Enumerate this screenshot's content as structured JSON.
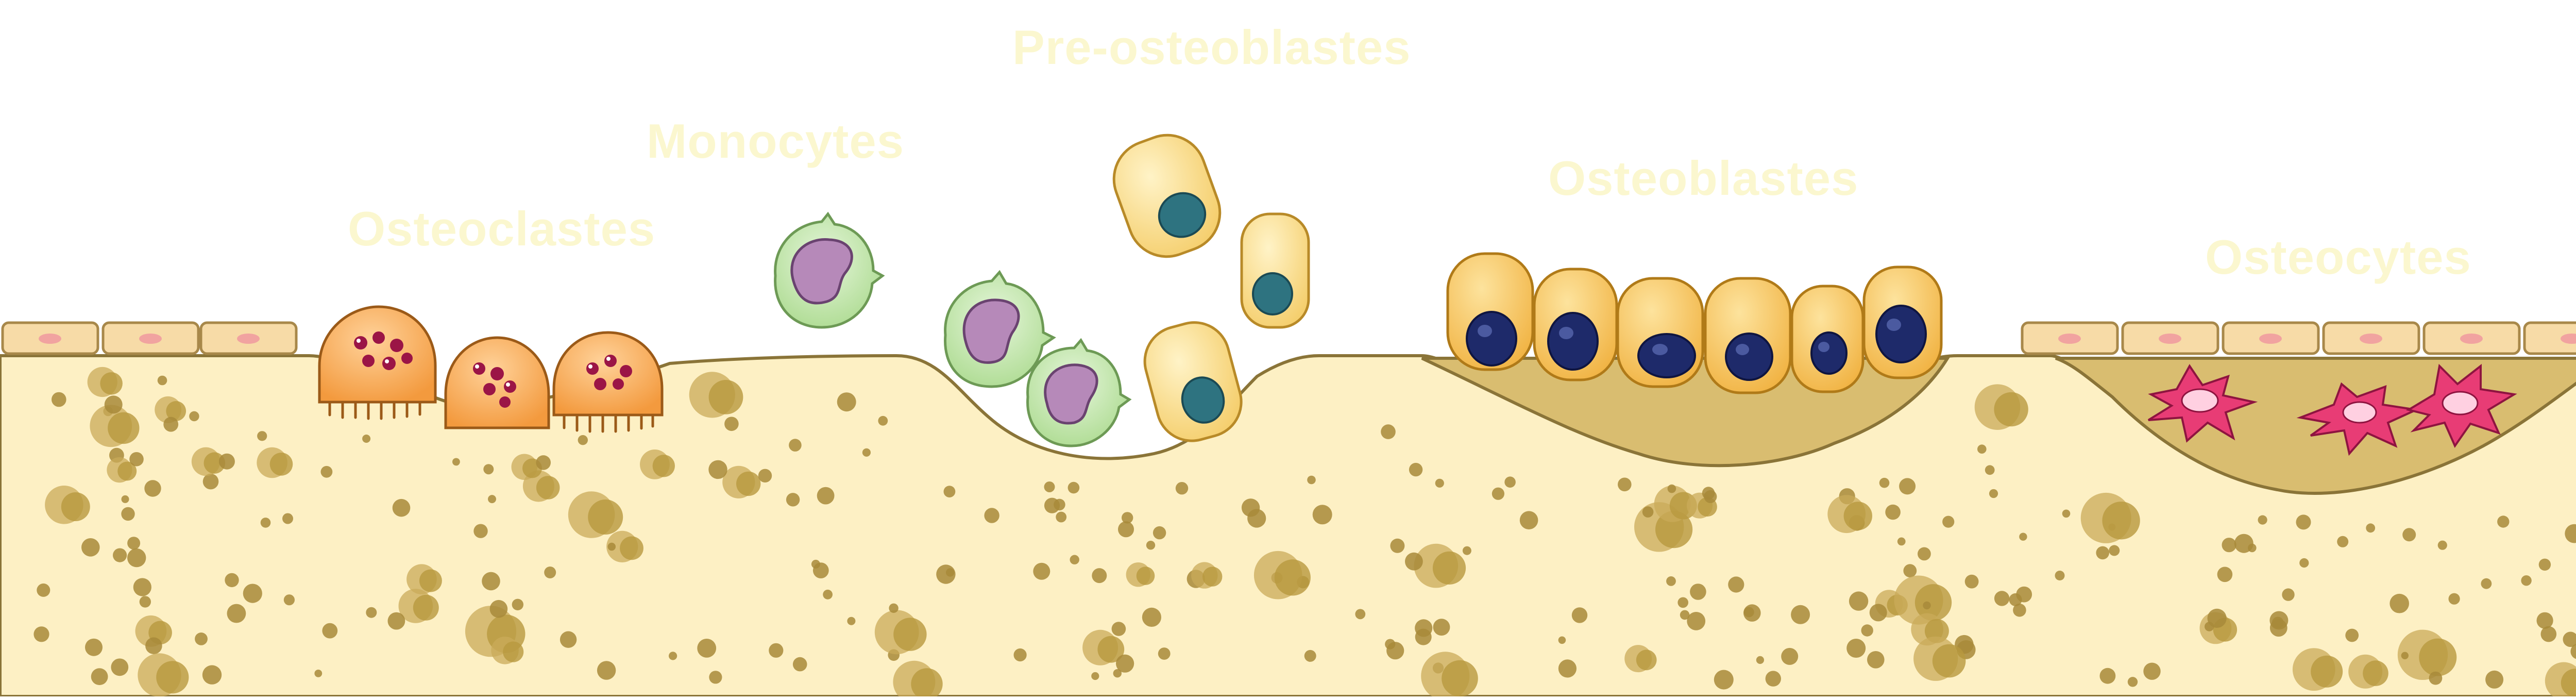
{
  "labels": {
    "osteoclasts": "Osteoclastes",
    "monocytes": "Monocytes",
    "pre_osteoblasts": "Pre-osteoblastes",
    "osteoblasts": "Osteoblastes",
    "osteocytes": "Osteocytes"
  },
  "colors": {
    "label_text": "#fbf7cf",
    "bone_matrix": "#fdf0c4",
    "bone_outline": "#8a7438",
    "osteoid": "#d9bd70",
    "lining_cell": "#f7dba7",
    "osteoclast": "#f5a954",
    "osteoclast_nucleus": "#9b1546",
    "monocyte": "#c7e8b0",
    "monocyte_nucleus": "#b689b9",
    "osteoblast": "#f7c462",
    "osteoblast_nucleus": "#1e2a6a",
    "pre_osteoblast": "#fbe29a",
    "pre_osteoblast_nucleus": "#2e7380",
    "osteocyte": "#e83c75",
    "lacuna": "#a88a3a"
  }
}
